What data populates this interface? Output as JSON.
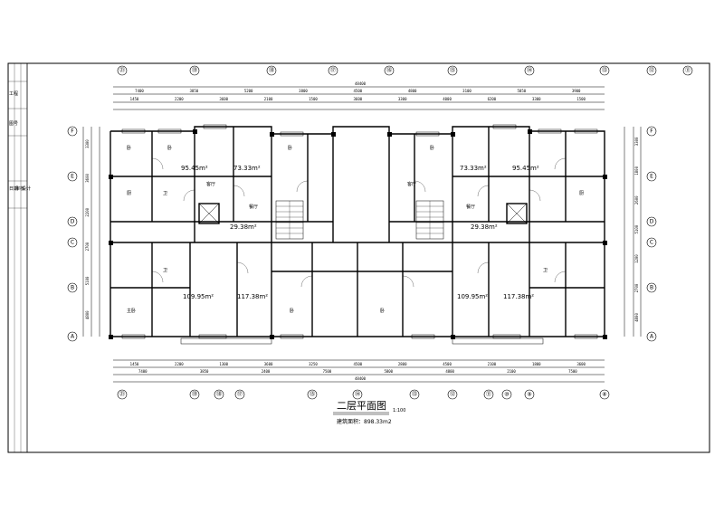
{
  "drawing": {
    "title": "二层平面图",
    "scale": "1:100",
    "area_note": "建筑面积：898.33m2",
    "overall_dim": "48400"
  },
  "axes_top": [
    "㉑",
    "⑲",
    "⑱",
    "⑰",
    "⑯",
    "⑮",
    "⑭",
    "⑬",
    "⑫",
    "⑪"
  ],
  "axes_bottom": [
    "㉑",
    "⑲",
    "⑱",
    "⑰",
    "⑮",
    "⑭",
    "⑬",
    "⑫",
    "⑪",
    "⑩",
    "⑨",
    "⑧"
  ],
  "axes_left": [
    "F",
    "E",
    "D",
    "C",
    "B",
    "A"
  ],
  "axes_right": [
    "F",
    "E",
    "D",
    "C",
    "B",
    "A"
  ],
  "dims_top_row1": [
    "7400",
    "3850",
    "5200",
    "3800",
    "4500",
    "4800",
    "3100",
    "5850",
    "3900"
  ],
  "dims_top_row2": [
    "1450",
    "2200",
    "3600",
    "2100",
    "1500",
    "3600",
    "3300",
    "4000",
    "6200",
    "3300",
    "1500"
  ],
  "dims_bottom_row1": [
    "1450",
    "2200",
    "1300",
    "3600",
    "3250",
    "4500",
    "2800",
    "4500",
    "2100",
    "1800",
    "3600"
  ],
  "dims_bottom_row2": [
    "7400",
    "3850",
    "2400",
    "7500",
    "5800",
    "4800",
    "2100",
    "7500"
  ],
  "dims_bottom_overall": "48400",
  "dims_left": [
    "3300",
    "3600",
    "2200",
    "2700",
    "5100",
    "4800"
  ],
  "dims_right": [
    "3300",
    "1800",
    "2600",
    "5100",
    "1200",
    "2700",
    "4800"
  ],
  "unit_areas": [
    {
      "id": "u1",
      "text": "95.45m²"
    },
    {
      "id": "u2",
      "text": "73.33m²"
    },
    {
      "id": "u3",
      "text": "73.33m²"
    },
    {
      "id": "u4",
      "text": "95.45m²"
    },
    {
      "id": "u5",
      "text": "109.95m²"
    },
    {
      "id": "u6",
      "text": "117.38m²"
    },
    {
      "id": "u7",
      "text": "109.95m²"
    },
    {
      "id": "u8",
      "text": "117.38m²"
    },
    {
      "id": "u9",
      "text": "29.38m²"
    },
    {
      "id": "u10",
      "text": "29.38m²"
    }
  ],
  "room_labels": [
    "卧",
    "卧",
    "客厅",
    "卫",
    "厨",
    "卧",
    "餐厅",
    "主卧",
    "卫",
    "卧",
    "客厅",
    "卧",
    "厨",
    "卫",
    "卧",
    "餐厅"
  ],
  "title_block": [
    "工程",
    "图号",
    "日期",
    "审核",
    "设计"
  ]
}
